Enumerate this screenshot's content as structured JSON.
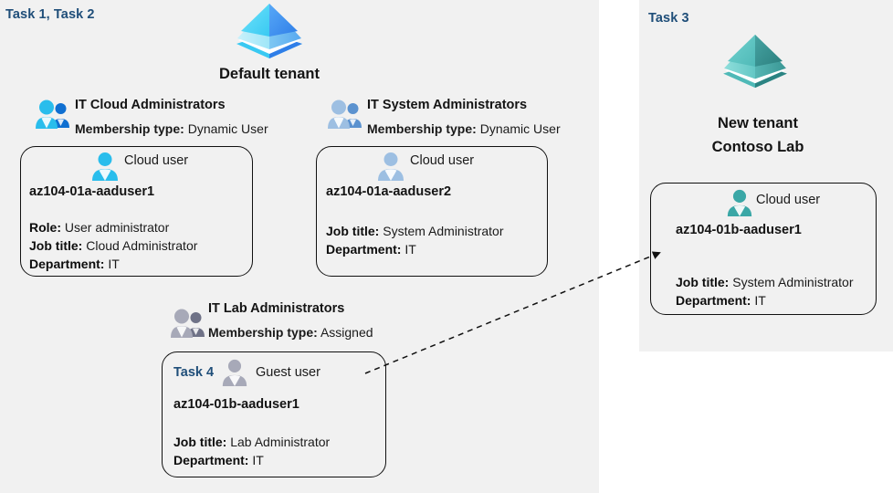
{
  "diagram": {
    "title": "Azure AD tenants, groups and users lab diagram",
    "colors": {
      "panel_bg": "#f1f1f1",
      "page_bg": "#ffffff",
      "task_label": "#1f4e79",
      "text": "#141414",
      "card_border": "#111111",
      "tenant_blue_light": "#50d4f5",
      "tenant_blue_dark": "#3f8ef0",
      "tenant_teal_light": "#59c6c4",
      "tenant_teal_dark": "#328f8e",
      "user_cyan": "#28b6e8",
      "user_steel": "#8fb4dd",
      "user_teal": "#3ba6a6",
      "user_gray": "#9a9aa8",
      "arrow": "#111111"
    }
  },
  "panels": {
    "left": {
      "task_label": "Task 1, Task 2"
    },
    "right": {
      "task_label": "Task 3"
    }
  },
  "tenants": [
    {
      "id": "default-tenant",
      "icon": "azure-ad-tenant-icon",
      "name_line1": "Default tenant",
      "name_line2": ""
    },
    {
      "id": "new-tenant",
      "icon": "azure-ad-tenant-icon",
      "name_line1": "New  tenant",
      "name_line2": "Contoso Lab"
    }
  ],
  "groups": [
    {
      "id": "it-cloud-administrators",
      "icon": "user-group-icon",
      "title": "IT Cloud Administrators",
      "meta_label": "Membership type:",
      "meta_value": "Dynamic User"
    },
    {
      "id": "it-system-administrators",
      "icon": "user-group-icon",
      "title": "IT System Administrators",
      "meta_label": "Membership type:",
      "meta_value": "Dynamic User"
    },
    {
      "id": "it-lab-administrators",
      "icon": "user-group-icon",
      "title": "IT Lab Administrators",
      "meta_label": "Membership type:",
      "meta_value": "Assigned"
    }
  ],
  "cards": [
    {
      "id": "card-aaduser1-cloud",
      "task_tag": "",
      "user_type": "Cloud user",
      "icon": "cloud-user-icon",
      "username": "az104-01a-aaduser1",
      "attributes": [
        {
          "label": "Role:",
          "value": "User administrator"
        },
        {
          "label": "Job title:",
          "value": "Cloud Administrator"
        },
        {
          "label": "Department:",
          "value": "IT"
        }
      ]
    },
    {
      "id": "card-aaduser2-cloud",
      "task_tag": "",
      "user_type": "Cloud user",
      "icon": "cloud-user-icon",
      "username": "az104-01a-aaduser2",
      "attributes": [
        {
          "label": "Job title:",
          "value": "System Administrator"
        },
        {
          "label": "Department:",
          "value": "IT"
        }
      ]
    },
    {
      "id": "card-aaduser1b-guest",
      "task_tag": "Task 4",
      "user_type": "Guest user",
      "icon": "guest-user-icon",
      "username": "az104-01b-aaduser1",
      "attributes": [
        {
          "label": "Job title:",
          "value": "Lab Administrator"
        },
        {
          "label": "Department:",
          "value": "IT"
        }
      ]
    },
    {
      "id": "card-aaduser1b-cloud",
      "task_tag": "",
      "user_type": "Cloud user",
      "icon": "cloud-user-icon",
      "username": "az104-01b-aaduser1",
      "attributes": [
        {
          "label": "Job title:",
          "value": "System Administrator"
        },
        {
          "label": "Department:",
          "value": "IT"
        }
      ]
    }
  ],
  "connector": {
    "id": "guest-invite-arrow",
    "style": "dashed-arrow",
    "from": "card-aaduser1b-cloud",
    "to": "card-aaduser1b-guest"
  }
}
